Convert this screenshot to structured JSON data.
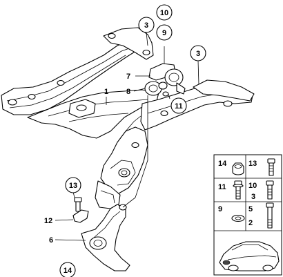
{
  "diagram": {
    "callouts": {
      "c3_top": "3",
      "c10": "10",
      "c9": "9",
      "c3_right": "3",
      "c7": "7",
      "c1": "1",
      "c8": "8",
      "c11": "11",
      "c13": "13",
      "c12": "12",
      "c6": "6",
      "c14": "14"
    },
    "legend": {
      "r1_left": "14",
      "r1_right": "13",
      "r2_left": "11",
      "r2_right_top": "10",
      "r2_right_bottom": "3",
      "r3_left": "9",
      "r3_right_top": "5",
      "r3_right_bottom": "2"
    }
  }
}
